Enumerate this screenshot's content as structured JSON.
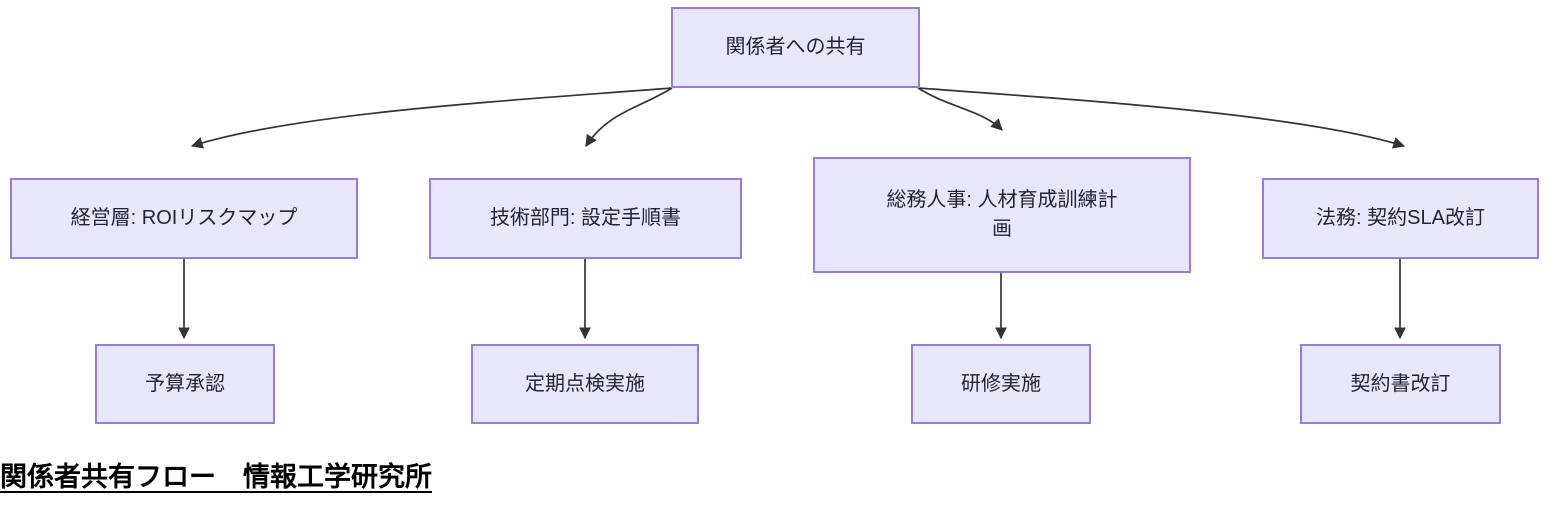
{
  "diagram": {
    "type": "flowchart",
    "caption": "関係者共有フロー　情報工学研究所",
    "colors": {
      "node_fill": "#e7e6fb",
      "node_border": "#9a79e0",
      "edge_stroke": "#333333",
      "text": "#1f2430",
      "background": "#ffffff"
    },
    "nodes": [
      {
        "id": "root",
        "label": "関係者への共有"
      },
      {
        "id": "mgmt",
        "label": "経営層: ROIリスクマップ"
      },
      {
        "id": "tech",
        "label": "技術部門: 設定手順書"
      },
      {
        "id": "hr",
        "label": "総務人事: 人材育成訓練計\n画"
      },
      {
        "id": "legal",
        "label": "法務: 契約SLA改訂"
      },
      {
        "id": "budget",
        "label": "予算承認"
      },
      {
        "id": "check",
        "label": "定期点検実施"
      },
      {
        "id": "train",
        "label": "研修実施"
      },
      {
        "id": "contract",
        "label": "契約書改訂"
      }
    ],
    "edges": [
      {
        "from": "root",
        "to": "mgmt",
        "style": "curved"
      },
      {
        "from": "root",
        "to": "tech",
        "style": "curved"
      },
      {
        "from": "root",
        "to": "hr",
        "style": "curved"
      },
      {
        "from": "root",
        "to": "legal",
        "style": "curved"
      },
      {
        "from": "mgmt",
        "to": "budget",
        "style": "straight"
      },
      {
        "from": "tech",
        "to": "check",
        "style": "straight"
      },
      {
        "from": "hr",
        "to": "train",
        "style": "straight"
      },
      {
        "from": "legal",
        "to": "contract",
        "style": "straight"
      }
    ]
  }
}
